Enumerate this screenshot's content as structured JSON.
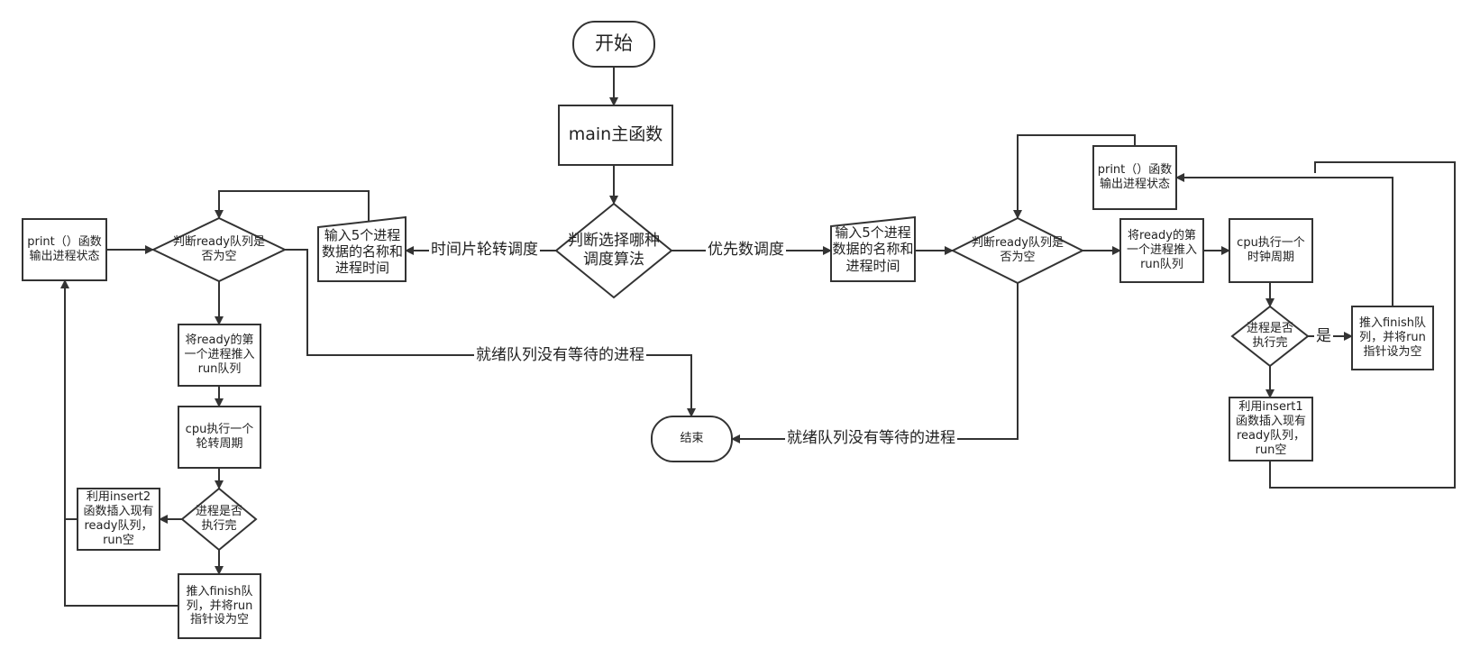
{
  "flowchart": {
    "start": "开始",
    "end": "结束",
    "main_function": "main主函数",
    "choose_algorithm": "判断选择哪种调度算法",
    "edge_round_robin": "时间片轮转调度",
    "edge_priority": "优先数调度",
    "round_robin": {
      "input_data": "输入5个进程数据的名称和进程时间",
      "check_ready_empty": "判断ready队列是否为空",
      "print_status": "print（）函数输出进程状态",
      "push_run": "将ready的第一个进程推入run队列",
      "cpu_execute": "cpu执行一个轮转周期",
      "check_finished": "进程是否执行完",
      "insert_ready": "利用insert2函数插入现有ready队列，run空",
      "push_finish": "推入finish队列，并将run指针设为空",
      "edge_no_waiting": "就绪队列没有等待的进程"
    },
    "priority": {
      "input_data": "输入5个进程数据的名称和进程时间",
      "check_ready_empty": "判断ready队列是否为空",
      "print_status": "print（）函数输出进程状态",
      "push_run": "将ready的第一个进程推入run队列",
      "cpu_execute": "cpu执行一个时钟周期",
      "check_finished": "进程是否执行完",
      "edge_yes": "是",
      "push_finish": "推入finish队列，并将run指针设为空",
      "insert_ready": "利用insert1函数插入现有ready队列，run空",
      "edge_no_waiting": "就绪队列没有等待的进程"
    }
  }
}
